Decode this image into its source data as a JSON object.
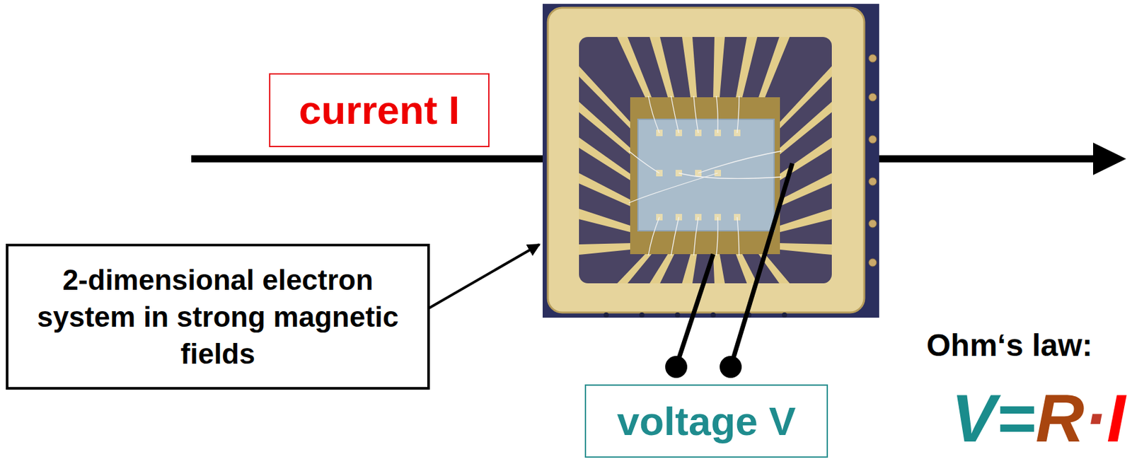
{
  "diagram": {
    "nodes": [
      {
        "text": [
          "current I"
        ]
      },
      {
        "text": [
          "2-dimensional electron system in strong magnetic fields"
        ]
      },
      {
        "text": [
          "voltage V"
        ]
      }
    ],
    "labels": [
      "Ohm‘s law:",
      "V=R·I"
    ]
  }
}
